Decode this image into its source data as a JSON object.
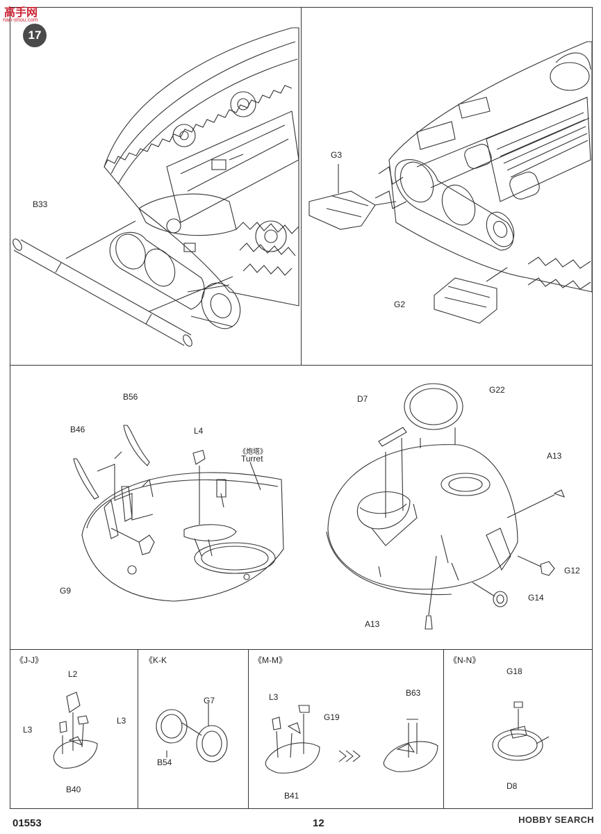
{
  "watermark": {
    "main": "高手网",
    "sub": "nan-shou.com"
  },
  "step_number": "17",
  "top_left_labels": {
    "b33": "B33"
  },
  "top_right_labels": {
    "g3": "G3",
    "g2": "G2"
  },
  "middle_left_labels": {
    "b56": "B56",
    "b46": "B46",
    "l4": "L4",
    "turret_cn": "《炮塔》",
    "turret_en": "Turret",
    "g9": "G9"
  },
  "middle_right_labels": {
    "d7": "D7",
    "g22": "G22",
    "a13_top": "A13",
    "g12": "G12",
    "g14": "G14",
    "a13_bottom": "A13"
  },
  "sections": {
    "jj": {
      "title": "《J-J》",
      "l2": "L2",
      "l3_right": "L3",
      "l3_left": "L3",
      "b40": "B40"
    },
    "kk": {
      "title": "《K-K",
      "g7": "G7",
      "b54": "B54"
    },
    "mm": {
      "title": "《M-M》",
      "l3": "L3",
      "g19": "G19",
      "b63": "B63",
      "b41": "B41"
    },
    "nn": {
      "title": "《N-N》",
      "g18": "G18",
      "d8": "D8"
    }
  },
  "footer": {
    "code": "01553",
    "page": "12",
    "brand": "HOBBY SEARCH"
  }
}
